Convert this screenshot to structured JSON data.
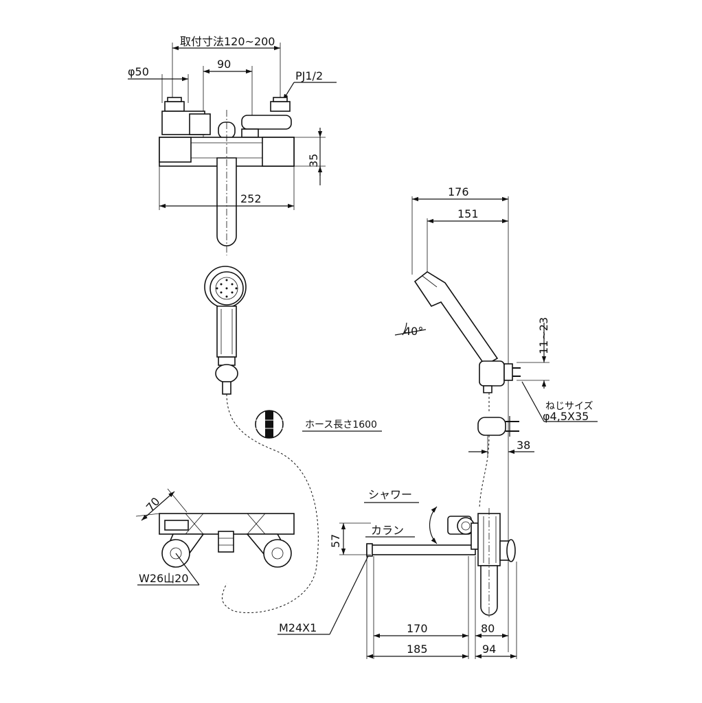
{
  "dimensions": {
    "mount_range": "取付寸法120~200",
    "dia50": "φ50",
    "d90": "90",
    "pj": "PJ1/2",
    "d35": "35",
    "d252": "252",
    "d176": "176",
    "d151": "151",
    "angle": "40°",
    "d11_23": "11~23",
    "screw_label": "ねじサイズ",
    "screw_size": "φ4,5X35",
    "d38": "38",
    "d70": "70",
    "w26": "W26山20",
    "d57": "57",
    "m24": "M24X1",
    "d170": "170",
    "d80": "80",
    "d185": "185",
    "d94": "94"
  },
  "labels": {
    "hose": "ホース長さ1600",
    "shower": "シャワー",
    "faucet": "カラン"
  },
  "colors": {
    "line": "#111111",
    "background": "#ffffff"
  }
}
